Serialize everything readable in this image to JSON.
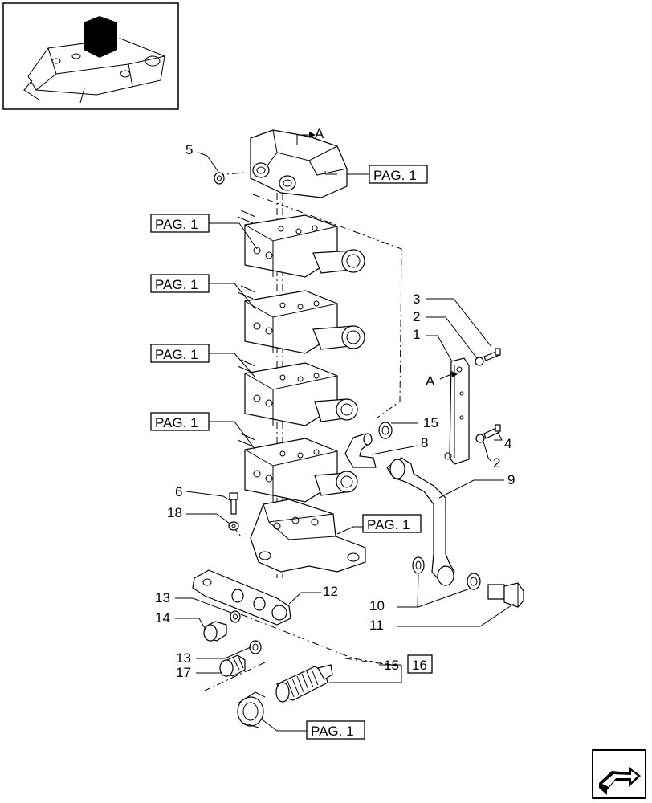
{
  "reference_label": "PAG. 1",
  "view_letter": "A",
  "box_16": "16",
  "callouts": {
    "c1": "1",
    "c2a": "2",
    "c2b": "2",
    "c3": "3",
    "c4": "4",
    "c5": "5",
    "c6": "6",
    "c8": "8",
    "c9": "9",
    "c10": "10",
    "c11": "11",
    "c12": "12",
    "c13a": "13",
    "c13b": "13",
    "c14": "14",
    "c15a": "15",
    "c15b": "15",
    "c17": "17",
    "c18": "18"
  }
}
